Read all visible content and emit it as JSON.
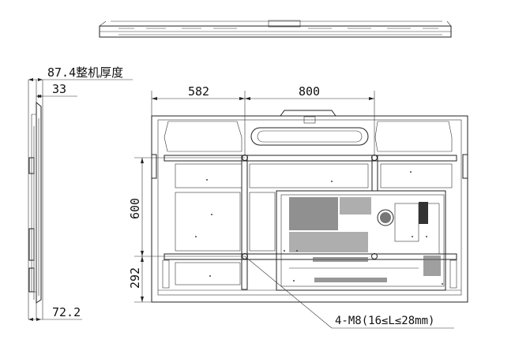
{
  "dimensions": {
    "overall_thickness": "87.4整机厚度",
    "thickness_33": "33",
    "thickness_72": "72.2",
    "horizontal_582": "582",
    "horizontal_800": "800",
    "vertical_600": "600",
    "vertical_292": "292"
  },
  "callout": {
    "mount_spec": "4-M8(16≤L≤28mm)"
  }
}
